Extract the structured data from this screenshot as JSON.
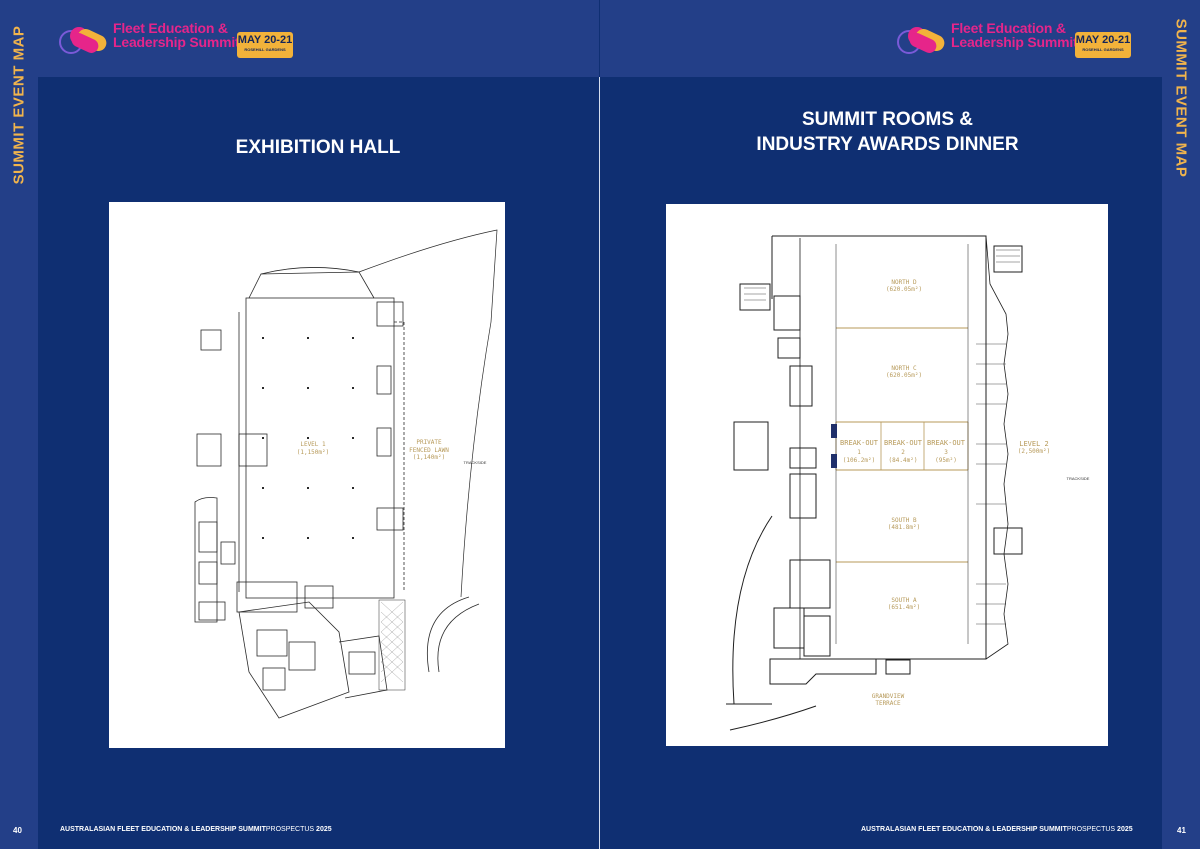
{
  "side_labels": {
    "left": "SUMMIT EVENT MAP",
    "right": "SUMMIT EVENT MAP"
  },
  "logo": {
    "line1": "Fleet Education &",
    "line2": "Leadership Summit",
    "date": "MAY 20-21",
    "venue": "ROSEHILL GARDENS"
  },
  "left_page": {
    "title": "EXHIBITION HALL",
    "plan": {
      "level_label": "LEVEL 1",
      "level_area": "(1,150m²)",
      "lawn_line1": "PRIVATE",
      "lawn_line2": "FENCED LAWN",
      "lawn_area": "(1,140m²)",
      "trackside": "TRACKSIDE"
    },
    "page_number": "40",
    "footer_main": "AUSTRALASIAN FLEET EDUCATION & LEADERSHIP SUMMIT",
    "footer_sub": "PROSPECTUS ",
    "footer_year": "2025"
  },
  "right_page": {
    "title_line1": "SUMMIT ROOMS &",
    "title_line2": "INDUSTRY AWARDS DINNER",
    "plan": {
      "north_d": "NORTH D",
      "north_d_area": "(620.05m²)",
      "north_c": "NORTH C",
      "north_c_area": "(620.05m²)",
      "breakout1": "BREAK-OUT",
      "breakout1_num": "1",
      "breakout1_area": "(106.2m²)",
      "breakout2": "BREAK-OUT",
      "breakout2_num": "2",
      "breakout2_area": "(84.4m²)",
      "breakout3": "BREAK-OUT",
      "breakout3_num": "3",
      "breakout3_area": "(95m²)",
      "level_label": "LEVEL 2",
      "level_area": "(2,500m²)",
      "trackside": "TRACKSIDE",
      "south_b": "SOUTH B",
      "south_b_area": "(481.8m²)",
      "south_a": "SOUTH A",
      "south_a_area": "(651.4m²)",
      "terrace_line1": "GRANDVIEW",
      "terrace_line2": "TERRACE"
    },
    "page_number": "41",
    "footer_main": "AUSTRALASIAN FLEET EDUCATION & LEADERSHIP SUMMIT",
    "footer_sub": "PROSPECTUS ",
    "footer_year": "2025"
  },
  "colors": {
    "background": "#0f2f72",
    "band": "#233f88",
    "accent_gold": "#f2b23a",
    "brand_pink": "#e6258a",
    "plan_label": "#b79a5a"
  }
}
